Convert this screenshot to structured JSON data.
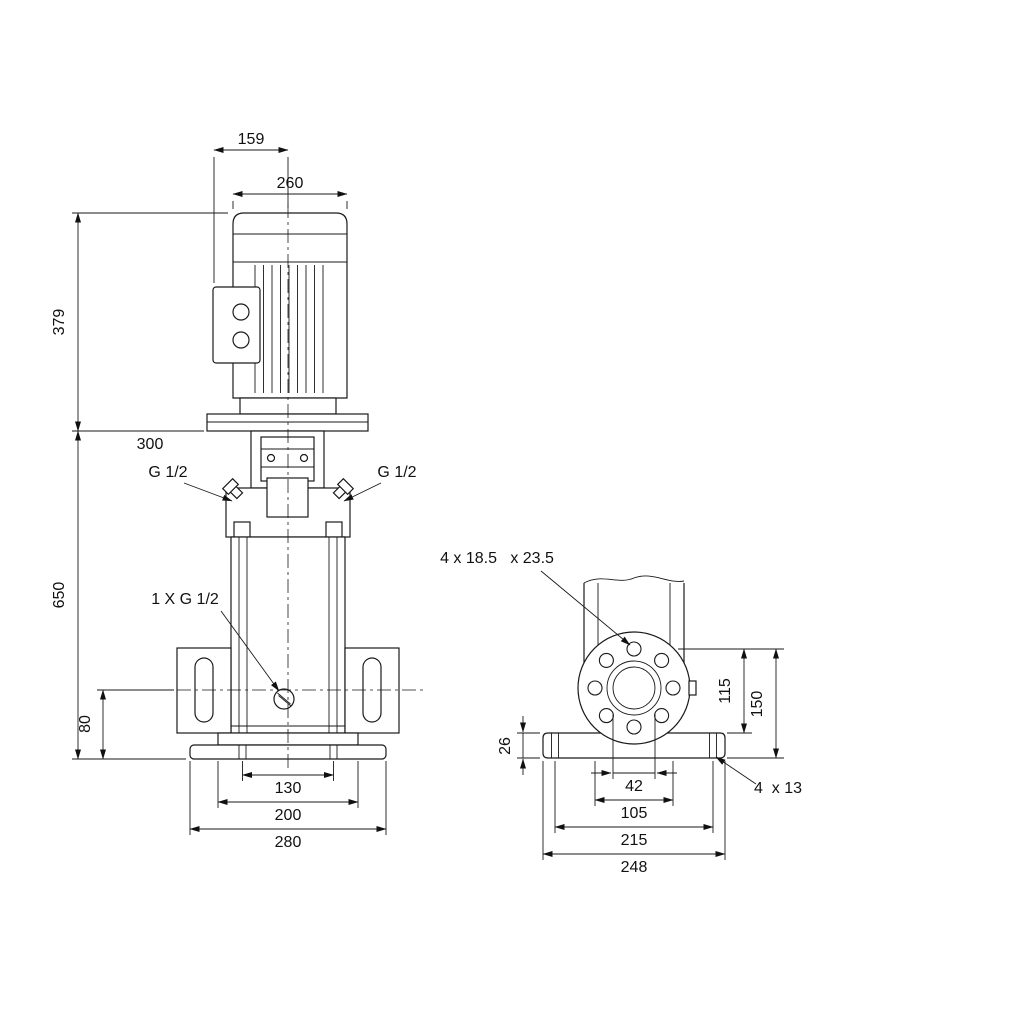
{
  "meta": {
    "title": "Vertical multistage pump dimensional drawing"
  },
  "front_view": {
    "dim_top_width": "159",
    "dim_motor_width": "260",
    "dim_motor_height": "379",
    "dim_mid": "300",
    "dim_pump_height": "650",
    "dim_port_height": "80",
    "port_left": "G 1/2",
    "port_right": "G 1/2",
    "drain": "1 X G 1/2",
    "dim_base_inner": "130",
    "dim_base_mid": "200",
    "dim_base_outer": "280"
  },
  "side_view": {
    "callout_flange_holes": "4 x 18.5   x 23.5",
    "dim_base_thickness": "26",
    "dim_flange_to_base_top": "115",
    "dim_flange_to_base_bottom": "150",
    "dim_bore": "42",
    "dim_bolt_circle": "105",
    "dim_hole_spacing": "215",
    "dim_base_width": "248",
    "callout_base_holes": "4  x 13"
  },
  "colors": {
    "line": "#1a1a1a",
    "background": "#ffffff"
  }
}
